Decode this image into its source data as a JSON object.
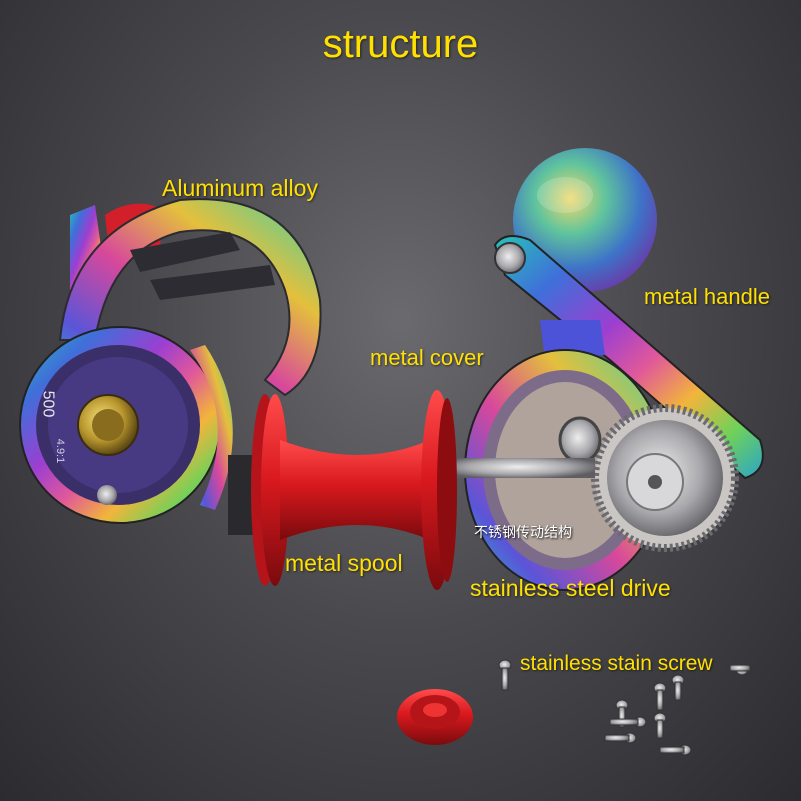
{
  "title": "structure",
  "labels": {
    "aluminum_alloy": "Aluminum alloy",
    "metal_handle": "metal handle",
    "metal_cover": "metal cover",
    "metal_spool": "metal spool",
    "stainless_drive": "stainless steel drive",
    "stainless_screw": "stainless stain screw",
    "drive_chinese": "不锈钢传动结构"
  },
  "reel_markings": {
    "size": "500",
    "gear_ratio": "4.9:1"
  },
  "colors": {
    "label": "#ffe000",
    "spool": "#d8191e",
    "background": "#4a494e"
  }
}
